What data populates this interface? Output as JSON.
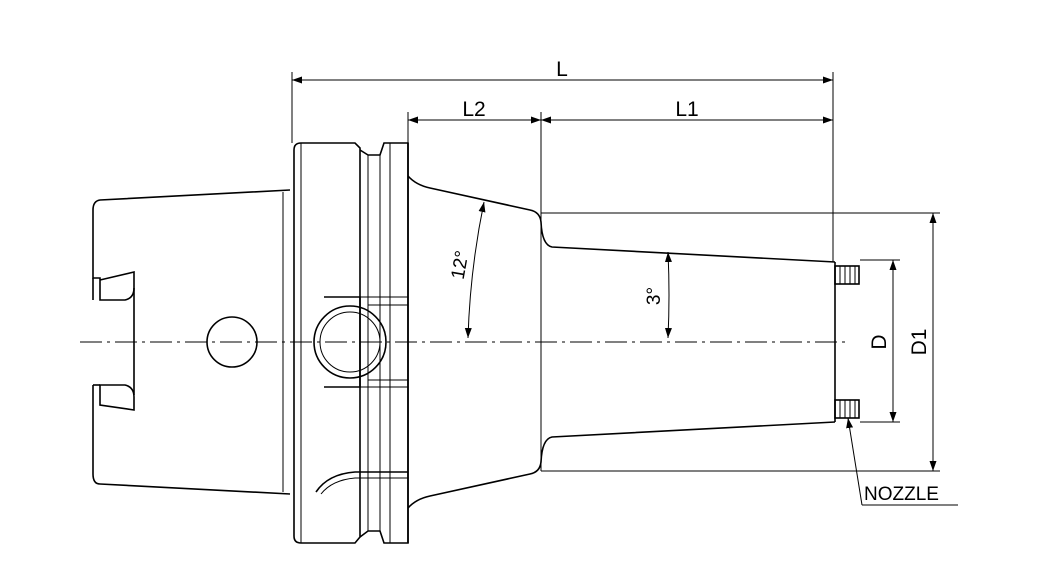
{
  "dimensions": {
    "overall_length": "L",
    "length_l2": "L2",
    "length_l1": "L1",
    "diameter_d": "D",
    "diameter_d1": "D1"
  },
  "angles": {
    "taper_angle": "12°",
    "nose_angle": "3°"
  },
  "callouts": {
    "nozzle": "NOZZLE"
  },
  "colors": {
    "line": "#000000",
    "background": "#ffffff"
  }
}
